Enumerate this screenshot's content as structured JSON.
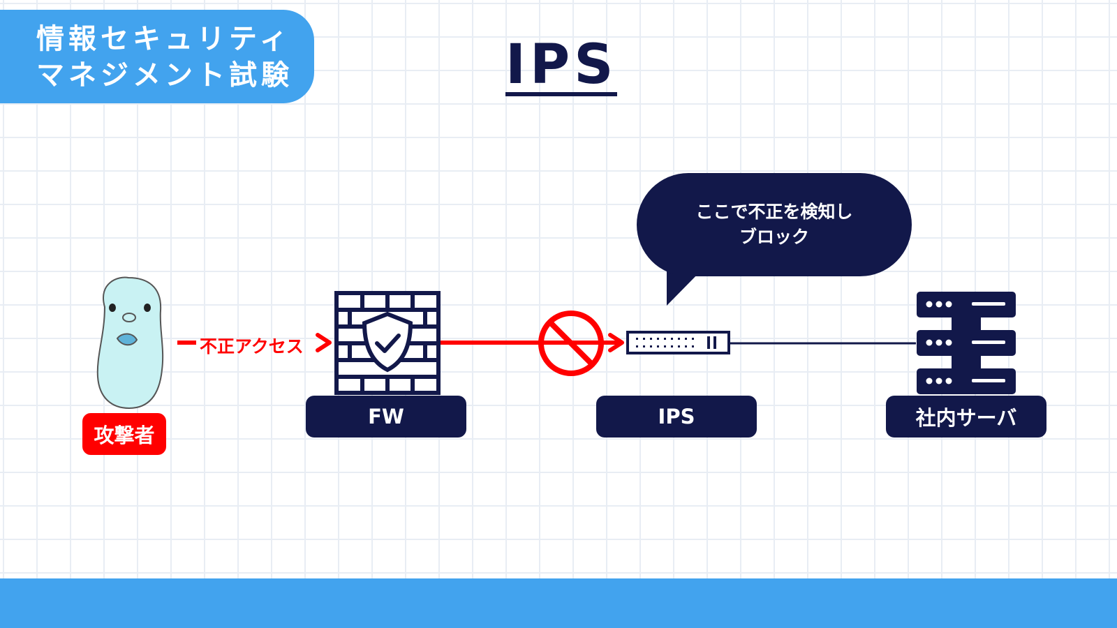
{
  "badge": {
    "line1": "情報セキュリティ",
    "line2": "マネジメント試験"
  },
  "title": "IPS",
  "bubble": {
    "line1": "ここで不正を検知し",
    "line2": "ブロック"
  },
  "nodes": {
    "attacker": "攻撃者",
    "firewall": "FW",
    "ips": "IPS",
    "server": "社内サーバ"
  },
  "flow": {
    "access_label": "不正アクセス"
  },
  "colors": {
    "navy": "#12184a",
    "accent_blue": "#42a3ee",
    "alert_red": "#ff0000",
    "mascot": "#c9f2f3"
  },
  "icons": {
    "attacker": "seal-mascot-icon",
    "firewall": "brick-wall-shield-icon",
    "ips": "network-appliance-icon",
    "server": "server-rack-icon",
    "blocked": "prohibited-icon"
  }
}
